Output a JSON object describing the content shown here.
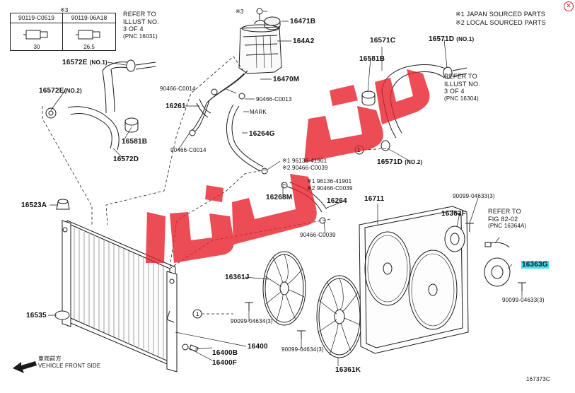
{
  "notes": {
    "japan": "※1 JAPAN SOURCED PARTS",
    "local": "※2 LOCAL SOURCED PARTS"
  },
  "table": {
    "mark": "※3",
    "col1_header": "90119-C0519",
    "col2_header": "90119-06A18",
    "col1_dim": "30",
    "col2_dim": "26.5"
  },
  "refs": {
    "top_left": [
      "REFER TO",
      "ILLUST NO.",
      "3 OF 4",
      "(PNC 16031)"
    ],
    "top_right": [
      "REFER TO",
      "ILLUST NO.",
      "3 OF 4",
      "(PNC 16304)"
    ],
    "fig": [
      "REFER TO",
      "FIG 82-02",
      "(PNC 16364A)"
    ]
  },
  "labels": {
    "p16471B": "16471B",
    "p164A2": "164A2",
    "p16470M": "16470M",
    "p90466_C0014_a": "90466-C0014",
    "p90466_C0013": "90466-C0013",
    "p16261": "16261",
    "mark": "MARK",
    "p16264G": "16264G",
    "p90466_C0014_b": "90466-C0014",
    "p16572E_no1": "16572E",
    "no1_a": "(NO.1)",
    "p16572E_no2": "16572E",
    "no2_a": "(NO.2)",
    "p16581B_left": "16581B",
    "p16572D": "16572D",
    "p16571C": "16571C",
    "p16581B_right": "16581B",
    "p16571D_no1": "16571D",
    "no1_b": "(NO.1)",
    "p16571D_no2": "16571D",
    "no2_b": "(NO.2)",
    "p96136_41901_a": "※1 96136-41901",
    "p90466_C0039_a": "※2 90466-C0039",
    "p96136_41901_b": "※1 96136-41901",
    "p90466_C0039_b": "※2 90466-C0039",
    "p16268M": "16268M",
    "p16264": "16264",
    "p90466_C0039_c": "90466-C0039",
    "p16523A": "16523A",
    "p16535": "16535",
    "p16361J": "16361J",
    "p90099_04634_a": "90099-04634(3)",
    "p90099_04634_b": "90099-04634(3)",
    "p16361K": "16361K",
    "p16400": "16400",
    "p16400B": "16400B",
    "p16400F": "16400F",
    "p16711": "16711",
    "p90099_04633_a": "90099-04633(3)",
    "p16363F": "16363F",
    "p16363G": "16363G",
    "p90099_04633_b": "90099-04633(3)",
    "circle1": "1",
    "star3": "※3",
    "front_cn": "車両前方",
    "front_en": "VEHICLE FRONT SIDE",
    "diagram_code": "167373C"
  },
  "watermark": {
    "text": "لوازم",
    "color": "#e8202a"
  },
  "colors": {
    "line": "#1a1a1a",
    "highlight": "#40e0f0",
    "watermark": "#e8202a"
  }
}
